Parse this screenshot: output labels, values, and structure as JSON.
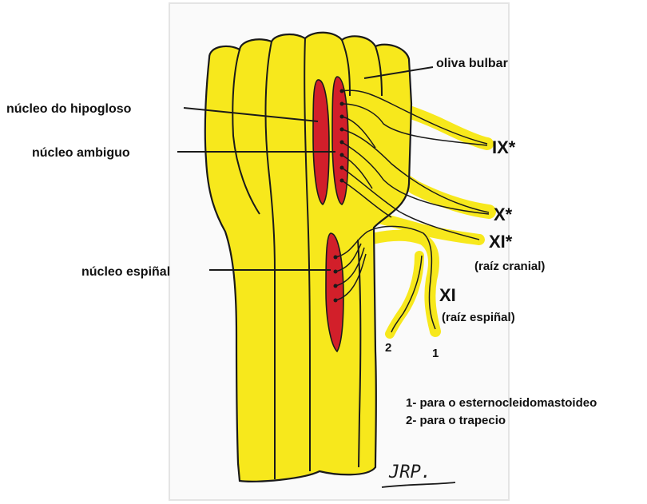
{
  "labels": {
    "oliva": "oliva bulbar",
    "hipogloso": "núcleo do hipogloso",
    "ambiguo": "núcleo ambiguo",
    "espinal": "núcleo espiñal",
    "nerve_ix": "IX*",
    "nerve_x": "X*",
    "nerve_xi_star": "XI*",
    "raiz_cranial": "(raíz cranial)",
    "nerve_xi": "XI",
    "raiz_espinal": "(raíz espiñal)",
    "branch_2": "2",
    "branch_1": "1",
    "legend_1": "1- para o esternocleidomastoideo",
    "legend_2": "2- para o trapecio",
    "signature": "JRP."
  },
  "colors": {
    "tissue": "#f7e81c",
    "tissue_light": "#fbf27a",
    "nucleus": "#d21f2a",
    "outline": "#1a1a1a",
    "paper_edge": "#e4e4e4"
  }
}
